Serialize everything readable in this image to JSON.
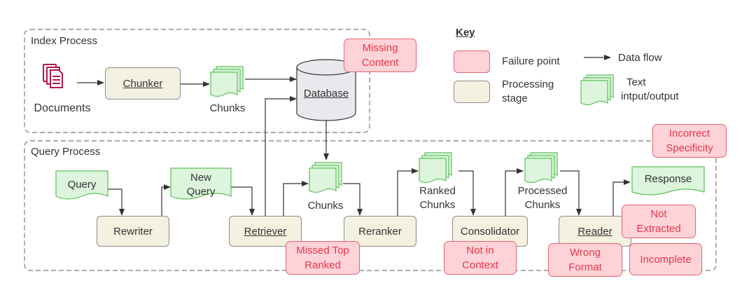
{
  "groups": {
    "index_title": "Index Process",
    "query_title": "Query Process"
  },
  "nodes": {
    "documents": "Documents",
    "chunker": "Chunker",
    "index_chunks": "Chunks",
    "database": "Database",
    "query": "Query",
    "new_query_line1": "New",
    "new_query_line2": "Query",
    "rewriter": "Rewriter",
    "retriever": "Retriever",
    "retrieved_chunks": "Chunks",
    "reranker": "Reranker",
    "ranked_line1": "Ranked",
    "ranked_line2": "Chunks",
    "consolidator": "Consolidator",
    "processed_line1": "Processed",
    "processed_line2": "Chunks",
    "reader": "Reader",
    "response": "Response"
  },
  "failure_points": {
    "missing_content": [
      "Missing",
      "Content"
    ],
    "incorrect_specificity": [
      "Incorrect",
      "Specificity"
    ],
    "missed_top_ranked": [
      "Missed Top",
      "Ranked"
    ],
    "not_in_context": [
      "Not in",
      "Context"
    ],
    "not_extracted": [
      "Not",
      "Extracted"
    ],
    "wrong_format": [
      "Wrong",
      "Format"
    ],
    "incomplete": [
      "Incomplete"
    ]
  },
  "key": {
    "title": "Key",
    "failure_point": "Failure point",
    "data_flow": "Data flow",
    "processing_line1": "Processing",
    "processing_line2": "stage",
    "text_line1": "Text",
    "text_line2": "intput/output"
  },
  "colors": {
    "failure_fill": "#fdd3d8",
    "failure_border": "#e8616f",
    "failure_text": "#e8364a",
    "stage_fill": "#f4f1e1",
    "doc_fill": "#dcf5dc",
    "doc_border": "#5cc05c",
    "documents_icon": "#b5174f",
    "database_fill": "#e8e9ec"
  }
}
